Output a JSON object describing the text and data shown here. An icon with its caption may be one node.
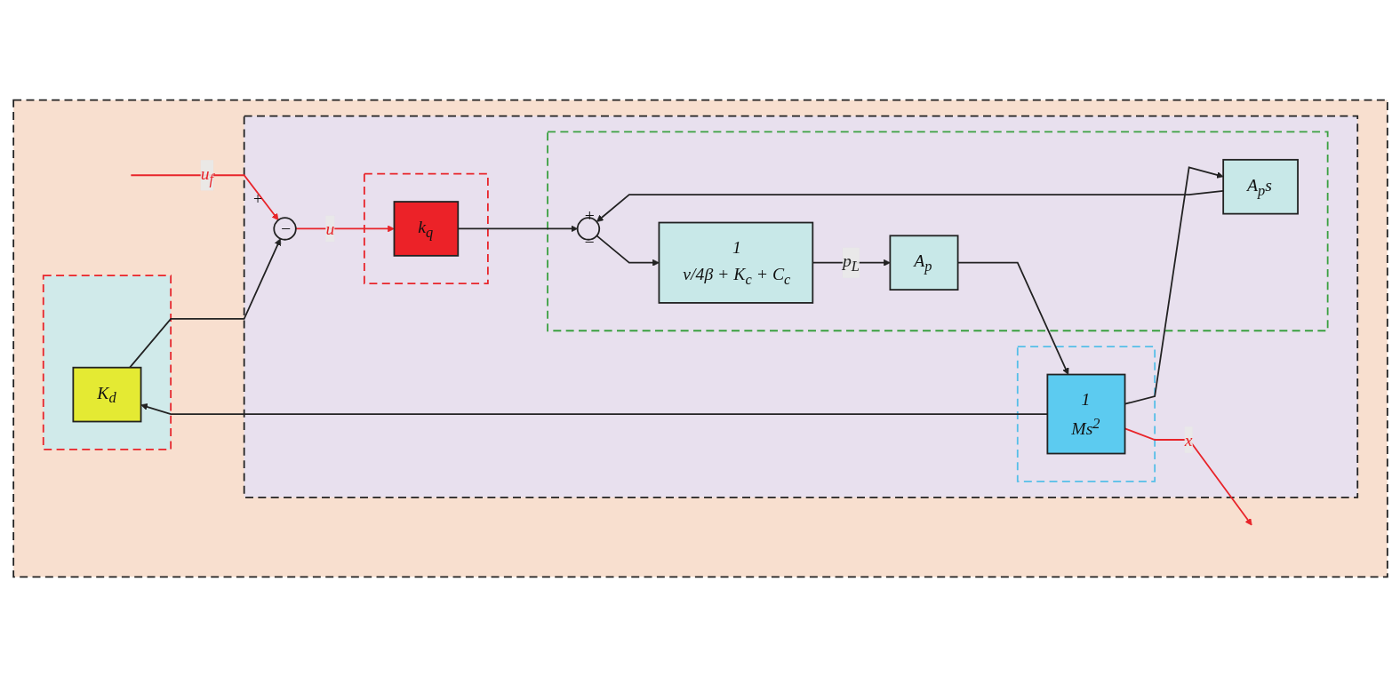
{
  "diagram": {
    "nodes": [
      {
        "text": [],
        "shape": "box"
      },
      {
        "text": [],
        "shape": "box",
        "in": 0
      },
      {
        "text": [],
        "shape": "box",
        "in": 1
      },
      {
        "text": [
          "k$_{q}$"
        ],
        "in": 2
      },
      {
        "text": [],
        "shape": "box",
        "in": 1
      },
      {
        "text": [
          "+",
          "−"
        ],
        "in": 4
      },
      {
        "text": [
          "1",
          "v/4β + K$_{c}$ + C$_{c}$"
        ],
        "in": 4
      },
      {
        "text": [
          "A$_{p}$"
        ],
        "in": 4
      },
      {
        "text": [
          "A$_{p}$s"
        ],
        "in": 4
      },
      {
        "text": [],
        "shape": "box",
        "in": 1
      },
      {
        "text": [
          "1",
          "Ms$^{2}$"
        ],
        "in": 9
      },
      {
        "text": [
          "−"
        ],
        "beside": [
          "+"
        ],
        "in": 1
      },
      {
        "text": [],
        "shape": "box",
        "in": 0
      },
      {
        "text": [
          "K$_{d}$"
        ],
        "in": 12
      }
    ],
    "edges": [
      {
        "from": null,
        "to": 11,
        "arrow": "to",
        "label": "u$_{f}$",
        "color": "#e8242a"
      },
      {
        "from": 11,
        "to": 3,
        "arrow": "to",
        "label": "u",
        "color": "#e8242a"
      },
      {
        "from": 3,
        "to": 5,
        "arrow": "to"
      },
      {
        "from": 5,
        "to": 6,
        "arrow": "to"
      },
      {
        "from": 6,
        "to": 7,
        "arrow": "to",
        "label": "p$_{L}$"
      },
      {
        "from": 7,
        "to": 10,
        "arrow": "to"
      },
      {
        "from": 10,
        "to": null,
        "arrow": "to",
        "label": "x",
        "color": "#e8242a"
      },
      {
        "from": 10,
        "to": 8,
        "arrow": "to"
      },
      {
        "from": 8,
        "to": 5,
        "arrow": "to"
      },
      {
        "from": 10,
        "to": 13,
        "arrow": "to"
      },
      {
        "from": 13,
        "to": 11,
        "arrow": "to"
      }
    ]
  }
}
